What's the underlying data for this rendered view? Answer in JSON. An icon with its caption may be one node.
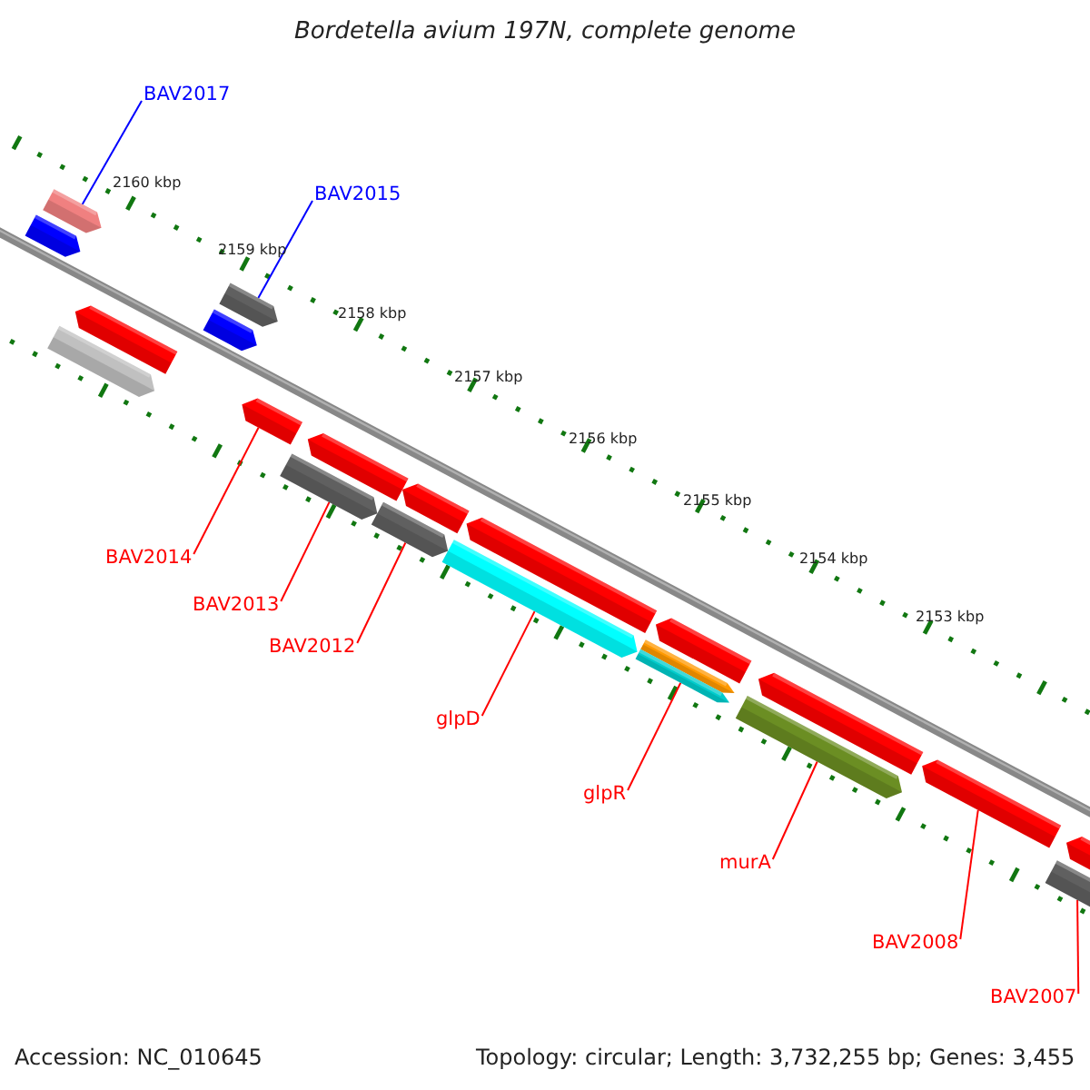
{
  "diagram": {
    "title": "Bordetella avium 197N, complete genome",
    "nodes": [
      {
        "text": [
          "BAV2017"
        ]
      },
      {
        "text": [
          "BAV2015"
        ]
      },
      {
        "text": [
          "BAV2014"
        ]
      },
      {
        "text": [
          "BAV2013"
        ]
      },
      {
        "text": [
          "BAV2012"
        ]
      },
      {
        "text": [
          "glpD"
        ]
      },
      {
        "text": [
          "glpR"
        ]
      },
      {
        "text": [
          "murA"
        ]
      },
      {
        "text": [
          "BAV2008"
        ]
      },
      {
        "text": [
          "BAV2007"
        ]
      },
      {
        "text": [],
        "shape": "bar"
      },
      {
        "text": [],
        "shape": "bar"
      },
      {
        "text": [],
        "shape": "bar"
      },
      {
        "text": [],
        "shape": "bar"
      },
      {
        "text": [],
        "shape": "bar"
      },
      {
        "text": [],
        "shape": "bar"
      },
      {
        "text": [],
        "shape": "bar"
      },
      {
        "text": [],
        "shape": "bar"
      },
      {
        "text": [],
        "shape": "bar"
      },
      {
        "text": [],
        "shape": "bar"
      },
      {
        "text": [],
        "shape": "bar"
      },
      {
        "text": [],
        "shape": "bar"
      },
      {
        "text": [],
        "shape": "bar"
      },
      {
        "text": [],
        "shape": "bar"
      },
      {
        "text": [],
        "shape": "bar"
      },
      {
        "text": [],
        "shape": "bar"
      },
      {
        "text": [],
        "shape": "bar"
      },
      {
        "text": [],
        "shape": "bar"
      },
      {
        "text": [],
        "shape": "bar"
      },
      {
        "text": [],
        "shape": "bar"
      },
      {
        "text": [],
        "shape": "bar"
      }
    ],
    "edges": [
      {
        "from": 0,
        "to": 11,
        "arrow": "none",
        "color": "#0000ff"
      },
      {
        "from": 1,
        "to": 15,
        "arrow": "none",
        "color": "#0000ff"
      },
      {
        "from": 2,
        "to": 16,
        "arrow": "none"
      },
      {
        "from": 3,
        "to": 17,
        "arrow": "none"
      },
      {
        "from": 4,
        "to": 19,
        "arrow": "none"
      },
      {
        "from": 5,
        "to": 21,
        "arrow": "none"
      },
      {
        "from": 6,
        "to": 24,
        "arrow": "none"
      },
      {
        "from": 7,
        "to": 26,
        "arrow": "none"
      },
      {
        "from": 8,
        "to": 28,
        "arrow": "none"
      },
      {
        "from": 9,
        "to": 29,
        "arrow": "none"
      }
    ],
    "labels": [
      "2160 kbp",
      "2159 kbp",
      "2158 kbp",
      "2157 kbp",
      "2156 kbp",
      "2155 kbp",
      "2154 kbp",
      "2153 kbp",
      "Accession: NC_010645",
      "Topology: circular; Length: 3,732,255 bp; Genes: 3,455"
    ]
  }
}
